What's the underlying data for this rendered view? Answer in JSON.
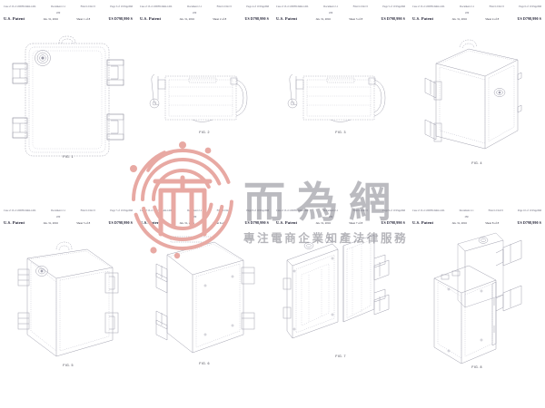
{
  "document": {
    "type": "us-design-patent-drawing-sheets",
    "columns": 4,
    "rows": 2
  },
  "header_template": {
    "case_label": "Case 2:15-cv-00638-DAK-LRL",
    "document_label": "Document 2-1",
    "document_sub": "280",
    "filed_label": "Filed 12/24/15",
    "office": "U.S. Patent",
    "date": "Jan. 31, 2016"
  },
  "sheets": [
    {
      "figure": "FIG. 1",
      "view": "top-plan-view",
      "ecf": {
        "case": "Case 2:15-cv-00638-DAK-LRL",
        "document": "Document 2-1",
        "document_sub": "280",
        "filed": "Filed 12/24/15",
        "page": "Page 3 of 10 PageID#"
      },
      "patent": {
        "office": "U.S. Patent",
        "date": "Jan. 31, 2016",
        "sheet": "Sheet 1 of 8",
        "number": "US D798,990 S"
      }
    },
    {
      "figure": "FIG. 2",
      "view": "side-elevation-view",
      "ecf": {
        "case": "Case 2:15-cv-00638-DAK-LRL",
        "document": "Document 2-1",
        "document_sub": "280",
        "filed": "Filed 12/24/15",
        "page": "Page 4 of 10 PageID#"
      },
      "patent": {
        "office": "U.S. Patent",
        "date": "Jan. 31, 2016",
        "sheet": "Sheet 2 of 8",
        "number": "US D798,990 S"
      }
    },
    {
      "figure": "FIG. 3",
      "view": "opposite-side-elevation-view",
      "ecf": {
        "case": "Case 2:15-cv-00638-DAK-LRL",
        "document": "Document 2-1",
        "document_sub": "280",
        "filed": "Filed 12/24/15",
        "page": "Page 5 of 10 PageID#"
      },
      "patent": {
        "office": "U.S. Patent",
        "date": "Jan. 31, 2016",
        "sheet": "Sheet 3 of 8",
        "number": "US D798,990 S"
      }
    },
    {
      "figure": "FIG. 4",
      "view": "front-perspective-view",
      "ecf": {
        "case": "Case 2:15-cv-00638-DAK-LRL",
        "document": "Document 2-1",
        "document_sub": "280",
        "filed": "Filed 12/24/15",
        "page": "Page 6 of 10 PageID#"
      },
      "patent": {
        "office": "U.S. Patent",
        "date": "Jan. 31, 2016",
        "sheet": "Sheet 4 of 8",
        "number": "US D798,990 S"
      }
    },
    {
      "figure": "FIG. 5",
      "view": "rear-perspective-view",
      "ecf": {
        "case": "Case 2:15-cv-00638-DAK-LRL",
        "document": "Document 2-1",
        "document_sub": "280",
        "filed": "Filed 12/24/15",
        "page": "Page 7 of 10 PageID#"
      },
      "patent": {
        "office": "U.S. Patent",
        "date": "Jan. 31, 2016",
        "sheet": "Sheet 5 of 8",
        "number": "US D798,990 S"
      }
    },
    {
      "figure": "FIG. 6",
      "view": "left-perspective-view",
      "ecf": {
        "case": "Case 2:15-cv-00638-DAK-LRL",
        "document": "Document 2-1",
        "document_sub": "280",
        "filed": "Filed 12/24/15",
        "page": "Page 8 of 10 PageID#"
      },
      "patent": {
        "office": "U.S. Patent",
        "date": "Jan. 31, 2016",
        "sheet": "Sheet 6 of 8",
        "number": "US D798,990 S"
      }
    },
    {
      "figure": "FIG. 7",
      "view": "open-enclosure-perspective-view",
      "ecf": {
        "case": "Case 2:15-cv-00638-DAK-LRL",
        "document": "Document 2-1",
        "document_sub": "280",
        "filed": "Filed 12/24/15",
        "page": "Page 9 of 10 PageID#"
      },
      "patent": {
        "office": "U.S. Patent",
        "date": "Jan. 31, 2016",
        "sheet": "Sheet 7 of 8",
        "number": "US D798,990 S"
      }
    },
    {
      "figure": "FIG. 8",
      "view": "open-enclosure-rear-perspective-view",
      "ecf": {
        "case": "Case 2:15-cv-00638-DAK-LRL",
        "document": "Document 2-1",
        "document_sub": "280",
        "filed": "Filed 12/24/15",
        "page": "Page 10 of 10 PageID#"
      },
      "patent": {
        "office": "U.S. Patent",
        "date": "Jan. 31, 2016",
        "sheet": "Sheet 8 of 8",
        "number": "US D798,990 S"
      }
    }
  ],
  "watermark": {
    "logo_name": "er-wei-wang-circular-logo",
    "logo_color": "#e8a9a3",
    "brand_text": "而為網",
    "tagline": "專注電商企業知產法律服務",
    "text_color": "#787882"
  }
}
